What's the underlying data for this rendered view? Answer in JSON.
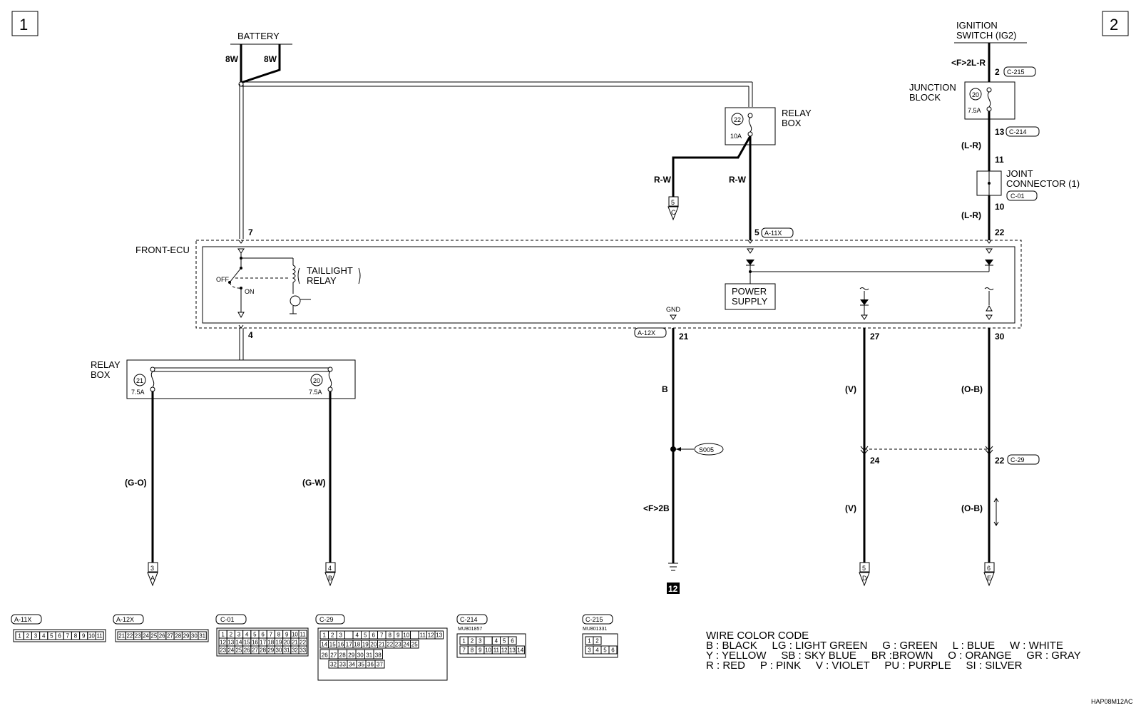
{
  "page": {
    "number_left": "1",
    "number_right": "2",
    "drawing_code": "HAP08M12AC"
  },
  "battery": {
    "label": "BATTERY",
    "left_wire": "8W",
    "right_wire": "8W"
  },
  "ignition": {
    "line1": "IGNITION",
    "line2": "SWITCH (IG2)",
    "wire": "<F>2L-R",
    "pin": "2",
    "connector": "C-215"
  },
  "junction_block": {
    "line1": "JUNCTION",
    "line2": "BLOCK",
    "fuse_no": "20",
    "amp": "7.5A",
    "pin_out": "13",
    "connector_out": "C-214",
    "wire_out": "(L-R)"
  },
  "joint_connector": {
    "line1": "JOINT",
    "line2": "CONNECTOR (1)",
    "connector": "C-01",
    "pin_in": "11",
    "pin_out": "10",
    "wire_out": "(L-R)"
  },
  "relay_box_top": {
    "line1": "RELAY",
    "line2": "BOX",
    "fuse_no": "22",
    "amp": "10A",
    "wire_left": "R-W",
    "wire_right": "R-W",
    "ref": "5",
    "ref_letter": "C"
  },
  "ecu": {
    "label": "FRONT-ECU",
    "pin_battery": "7",
    "pin_power": "5",
    "power_connector": "A-11X",
    "pin_ign": "22",
    "relay_line1": "TAILLIGHT",
    "relay_line2": "RELAY",
    "off": "OFF",
    "on": "ON",
    "power_supply_line1": "POWER",
    "power_supply_line2": "SUPPLY",
    "gnd": "GND",
    "pin_out": "4"
  },
  "relay_box_bottom": {
    "line1": "RELAY",
    "line2": "BOX",
    "fuse_left_no": "21",
    "fuse_left_amp": "7.5A",
    "fuse_right_no": "20",
    "fuse_right_amp": "7.5A",
    "wire_left": "(G-O)",
    "wire_right": "(G-W)",
    "ref_left": "3",
    "ref_left_letter": "A",
    "ref_right": "4",
    "ref_right_letter": "B"
  },
  "ground_line": {
    "connector": "A-12X",
    "pin": "21",
    "wire": "B",
    "splice": "S005",
    "wire_lower": "<F>2B",
    "ground_ref": "12"
  },
  "line_27": {
    "pin": "27",
    "wire": "(V)",
    "pin_lower": "24",
    "wire_lower": "(V)",
    "ref": "5",
    "ref_letter": "D"
  },
  "line_30": {
    "pin": "30",
    "wire": "(O-B)",
    "pin_lower": "22",
    "connector": "C-29",
    "wire_lower": "(O-B)",
    "ref": "6",
    "ref_letter": "E"
  },
  "connectors": [
    {
      "id": "A-11X",
      "code": ""
    },
    {
      "id": "A-12X",
      "code": ""
    },
    {
      "id": "C-01",
      "code": ""
    },
    {
      "id": "C-29",
      "code": ""
    },
    {
      "id": "C-214",
      "code": "MU801857"
    },
    {
      "id": "C-215",
      "code": "MU801331"
    }
  ],
  "connector_pins": {
    "a11x": [
      "1",
      "2",
      "3",
      "4",
      "5",
      "6",
      "7",
      "8",
      "9",
      "10",
      "11"
    ],
    "a12x": [
      "21",
      "22",
      "23",
      "24",
      "25",
      "26",
      "27",
      "28",
      "29",
      "30",
      "31"
    ],
    "c01_r1": [
      "1",
      "2",
      "3",
      "4",
      "5",
      "6",
      "7",
      "8",
      "9",
      "10",
      "11"
    ],
    "c01_r2": [
      "12",
      "13",
      "14",
      "15",
      "16",
      "17",
      "18",
      "19",
      "20",
      "21",
      "22"
    ],
    "c01_r3": [
      "23",
      "24",
      "25",
      "26",
      "27",
      "28",
      "29",
      "30",
      "31",
      "32",
      "33"
    ],
    "c29_r1": [
      "1",
      "2",
      "3",
      "",
      "4",
      "5",
      "6",
      "7",
      "8",
      "9",
      "10",
      "",
      "11",
      "12",
      "13"
    ],
    "c29_r2": [
      "14",
      "15",
      "16",
      "17",
      "18",
      "19",
      "20",
      "21",
      "22",
      "23",
      "24",
      "25"
    ],
    "c29_r3": [
      "26",
      "27",
      "28",
      "29",
      "30",
      "31",
      "38"
    ],
    "c29_r4": [
      "32",
      "33",
      "34",
      "35",
      "36",
      "37"
    ],
    "c214_r1": [
      "1",
      "2",
      "3",
      "",
      "4",
      "5",
      "6"
    ],
    "c214_r2": [
      "7",
      "8",
      "9",
      "10",
      "11",
      "12",
      "13",
      "14"
    ],
    "c215_r1": [
      "1",
      "2"
    ],
    "c215_r2": [
      "3",
      "4",
      "5",
      "6"
    ]
  },
  "legend": {
    "title": "WIRE COLOR CODE",
    "row1": "B : BLACK     LG : LIGHT GREEN     G : GREEN     L : BLUE     W : WHITE",
    "row2": "Y : YELLOW     SB : SKY BLUE     BR :BROWN     O : ORANGE     GR : GRAY",
    "row3": "R : RED     P : PINK     V : VIOLET     PU : PURPLE     SI : SILVER"
  }
}
